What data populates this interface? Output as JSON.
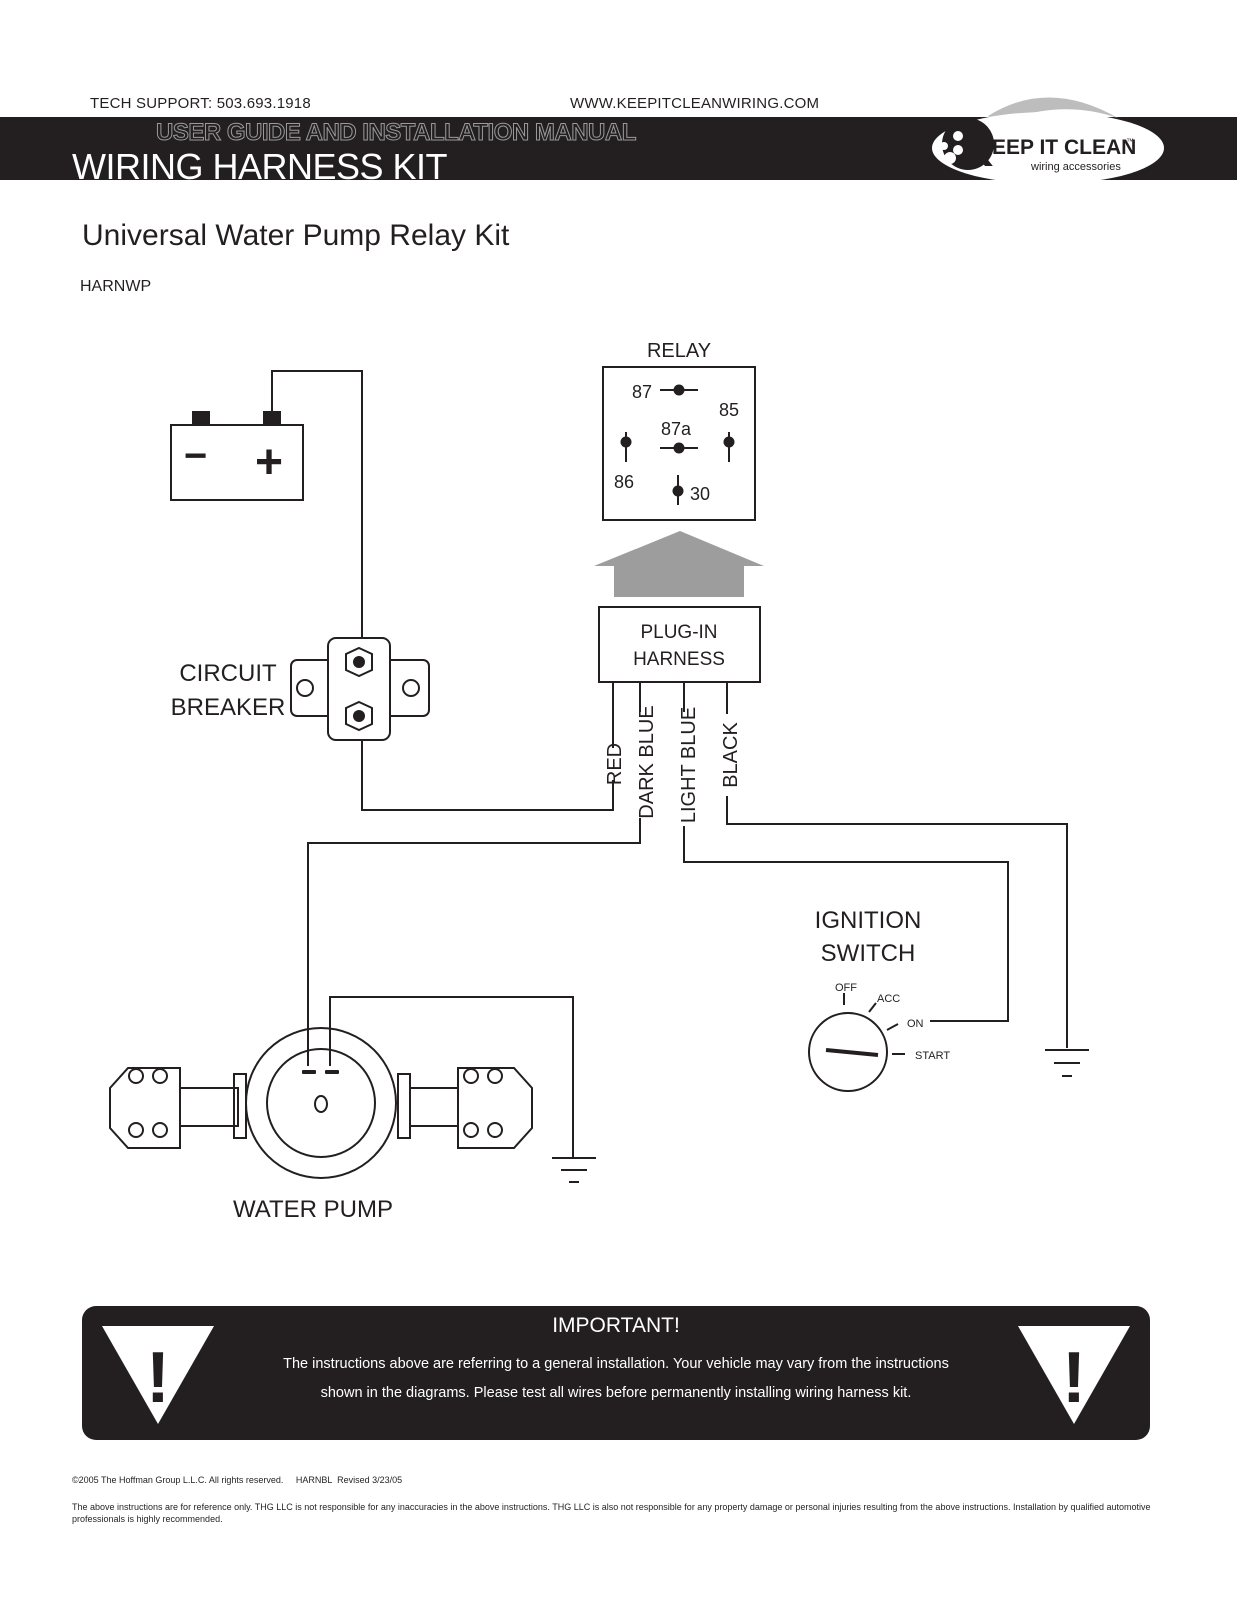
{
  "header": {
    "tech_support": "TECH SUPPORT: 503.693.1918",
    "website": "WWW.KEEPITCLEANWIRING.COM",
    "guide_label": "USER GUIDE AND INSTALLATION MANUAL",
    "kit_label": "WIRING HARNESS KIT",
    "logo_text": "EEP IT CLEAN",
    "logo_letter": "K",
    "logo_tm": "™",
    "logo_tagline": "wiring accessories"
  },
  "document": {
    "title": "Universal Water Pump Relay Kit",
    "part_number": "HARNWP"
  },
  "diagram": {
    "relay": {
      "label": "RELAY",
      "pins": [
        "87",
        "85",
        "87a",
        "86",
        "30"
      ]
    },
    "harness_line1": "PLUG-IN",
    "harness_line2": "HARNESS",
    "wires": [
      "RED",
      "DARK BLUE",
      "LIGHT BLUE",
      "BLACK"
    ],
    "breaker_line1": "CIRCUIT",
    "breaker_line2": "BREAKER",
    "battery_minus": "−",
    "battery_plus": "+",
    "ignition_line1": "IGNITION",
    "ignition_line2": "SWITCH",
    "ignition_positions": [
      "OFF",
      "ACC",
      "ON",
      "START"
    ],
    "water_pump": "WATER PUMP"
  },
  "important": {
    "title": "IMPORTANT!",
    "line1": "The instructions above are referring to a general installation. Your vehicle may vary from the instructions",
    "line2": "shown in the diagrams. Please test all wires before permanently installing wiring harness kit.",
    "icon_glyph": "!"
  },
  "footer": {
    "copyright": "©2005 The Hoffman Group L.L.C. All rights reserved.     HARNBL  Revised 3/23/05",
    "disclaimer": "The above instructions are for reference only. THG LLC is not responsible for any inaccuracies in the above instructions. THG LLC is also not responsible for any property damage or personal injuries resulting from the above instructions. Installation by qualified automotive professionals is highly recommended."
  },
  "colors": {
    "banner": "#231f20",
    "arrow_gray": "#9d9d9d",
    "text": "#231f20",
    "white": "#ffffff"
  }
}
